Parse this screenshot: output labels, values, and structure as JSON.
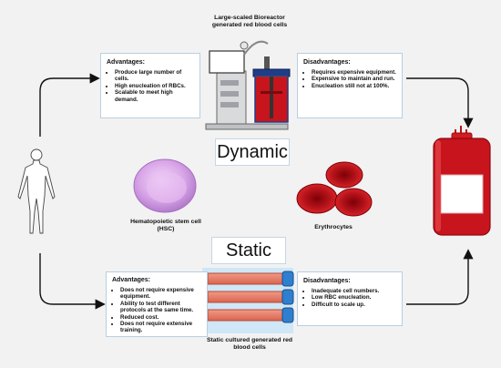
{
  "bioreactor": {
    "caption": "Large-scaled Bioreactor generated red blood cells"
  },
  "dynamic": {
    "title": "Dynamic",
    "advantages": {
      "heading": "Advantages:",
      "items": [
        "Produce large number of cells.",
        "High enucleation of RBCs.",
        "Scalable to meet high demand."
      ]
    },
    "disadvantages": {
      "heading": "Disadvantages:",
      "items": [
        "Requires expensive equipment.",
        "Expensive to maintain and run.",
        "Enucleation still not at 100%."
      ]
    }
  },
  "cells": {
    "hsc_label": "Hematopoietic stem cell (HSC)",
    "erythrocytes_label": "Erythrocytes"
  },
  "static": {
    "title": "Static",
    "advantages": {
      "heading": "Advantages:",
      "items": [
        "Does not require expensive equipment.",
        "Ability to test different protocols at the same time.",
        "Reduced cost.",
        "Does not require extensive training."
      ]
    },
    "disadvantages": {
      "heading": "Disadvantages:",
      "items": [
        "Inadequate cell numbers.",
        "Low RBC enucleation.",
        "Difficult to scale up."
      ]
    },
    "caption": "Static cultured generated red blood cells"
  },
  "colors": {
    "background": "#f2f2f3",
    "box_border": "#b9cfe0",
    "blood_red": "#c8141c",
    "flask_salmon": "#e8806a",
    "cap_blue": "#2f7fd0",
    "hsc_purple": "#d9a6e8"
  }
}
